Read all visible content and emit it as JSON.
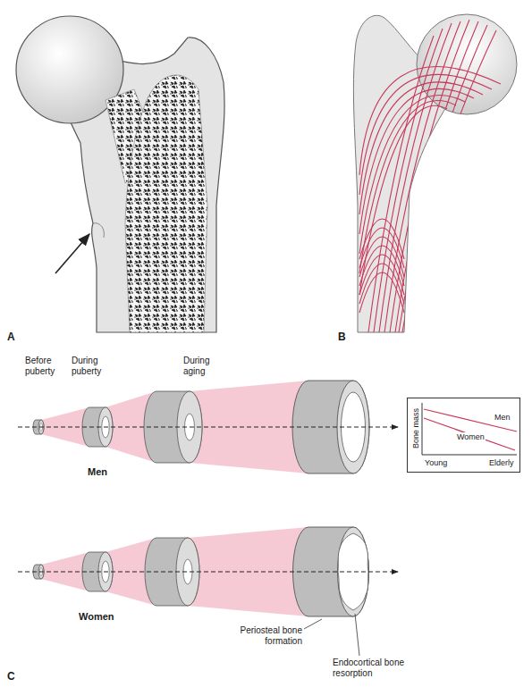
{
  "diagram": {
    "nodes": [
      {
        "text": [
          "Bone mass",
          "Men",
          "Women",
          "Young",
          "Elderly"
        ]
      }
    ],
    "labels": [
      "A",
      "B",
      "Before puberty",
      "During puberty",
      "During aging",
      "Men",
      "Women",
      "Periosteal bone formation",
      "Endocortical bone resorption",
      "C"
    ]
  }
}
